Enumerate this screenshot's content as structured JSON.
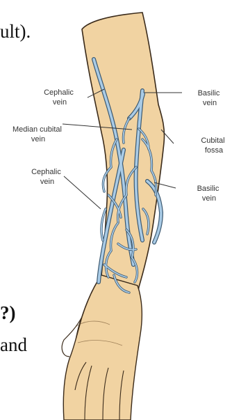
{
  "slide_fragments": {
    "line1": "ult).",
    "line2": "?)",
    "line3": "and"
  },
  "labels": {
    "cephalic_upper": [
      "Cephalic",
      "vein"
    ],
    "median_cubital": [
      "Median cubital",
      "vein"
    ],
    "cephalic_lower": [
      "Cephalic",
      "vein"
    ],
    "basilic_upper": [
      "Basilic",
      "vein"
    ],
    "cubital_fossa": [
      "Cubital",
      "fossa"
    ],
    "basilic_lower": [
      "Basilic",
      "vein"
    ]
  },
  "colors": {
    "skin": "#f1d3a2",
    "skin_outline": "#3a2a1a",
    "vein": "#a9cbe6",
    "vein_outline": "#3b5870",
    "leader_line": "#333333"
  }
}
